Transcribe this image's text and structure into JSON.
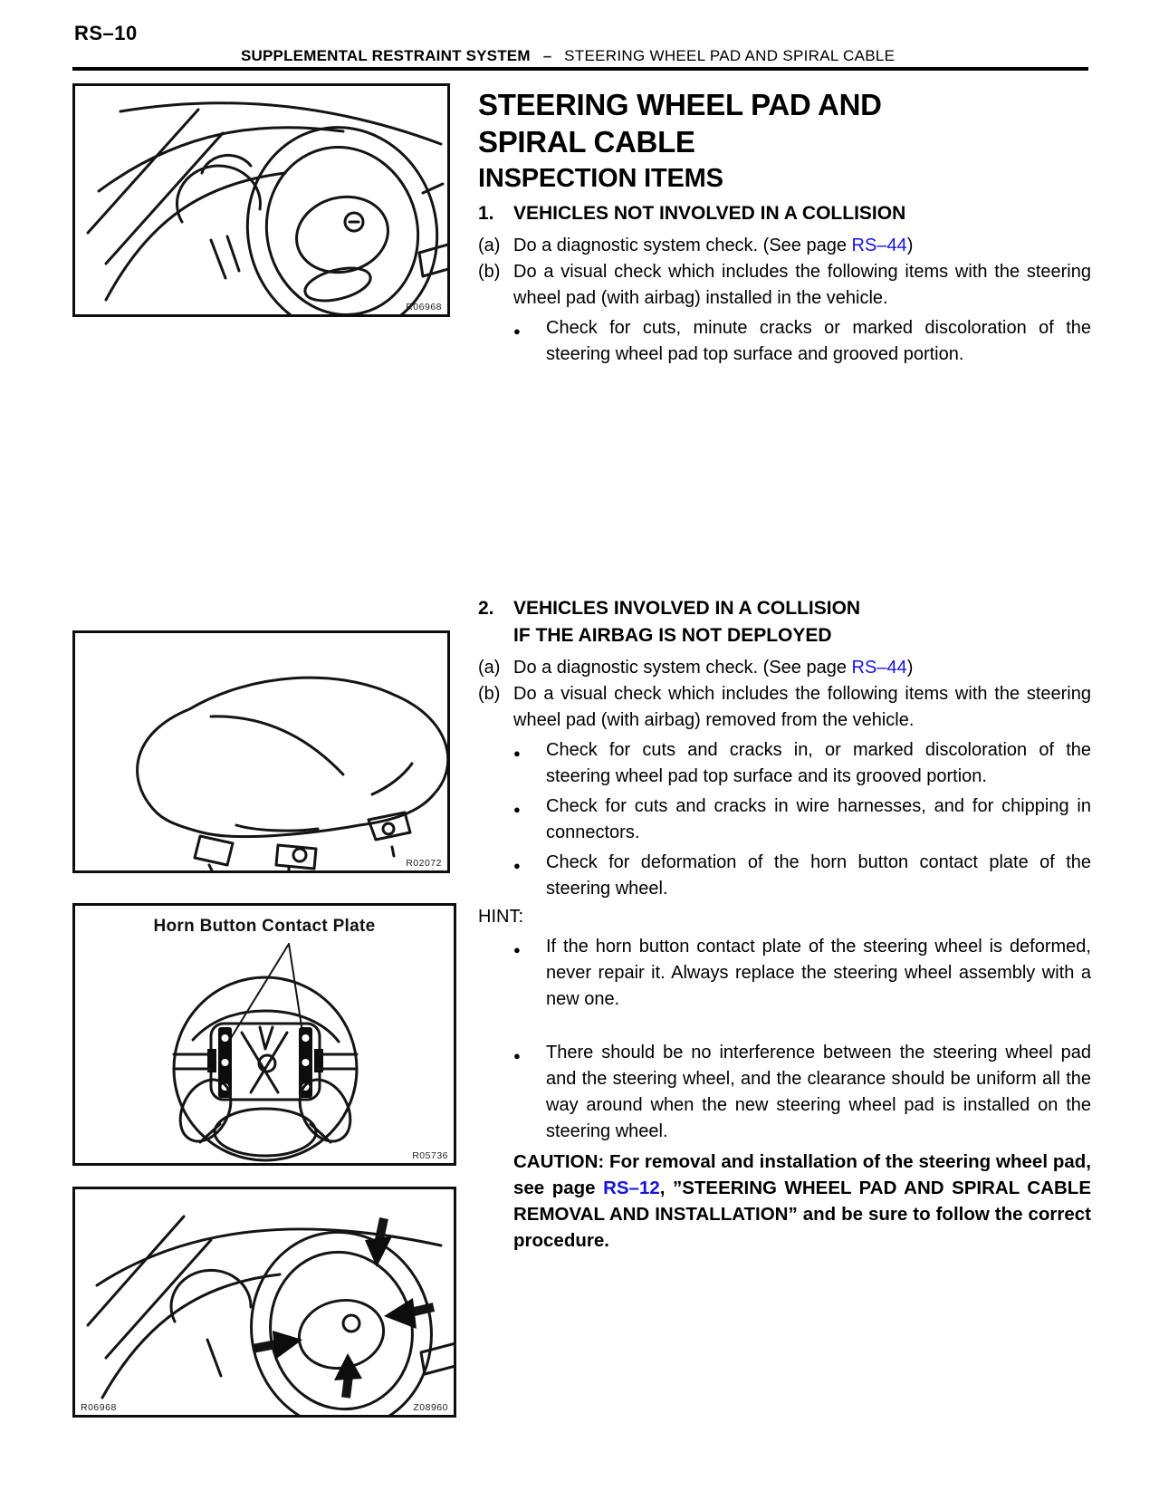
{
  "colors": {
    "link_blue": "#1414dd",
    "ink": "#000000"
  },
  "header": {
    "page_number": "RS–10",
    "section_title": "SUPPLEMENTAL RESTRAINT SYSTEM",
    "separator": "–",
    "subsection_title": "STEERING WHEEL PAD AND SPIRAL CABLE"
  },
  "title": {
    "line1": "STEERING WHEEL PAD AND",
    "line2": "SPIRAL CABLE",
    "subtitle": "INSPECTION ITEMS"
  },
  "figures": {
    "fig1": {
      "code": "R06968"
    },
    "fig2": {
      "code": "R02072"
    },
    "fig3": {
      "label": "Horn Button Contact Plate",
      "code": "R05736"
    },
    "fig4": {
      "code_left": "R06968",
      "code_right": "Z08960"
    }
  },
  "section1": {
    "number": "1.",
    "heading": "VEHICLES NOT INVOLVED IN A COLLISION",
    "item_a_label": "(a)",
    "item_a_before": "Do a diagnostic system check. (See page ",
    "item_a_link": "RS–44",
    "item_a_after": ")",
    "item_b_label": "(b)",
    "item_b_text": "Do a visual check which includes the following items with the steering wheel pad (with airbag) installed in the vehicle.",
    "bullet_glyph": "●",
    "bullet_1": "Check for cuts, minute cracks or marked discoloration of the steering wheel pad top surface and grooved portion."
  },
  "section2": {
    "number": "2.",
    "heading_line1": "VEHICLES INVOLVED IN A COLLISION",
    "heading_line2": "IF THE AIRBAG IS NOT DEPLOYED",
    "item_a_label": "(a)",
    "item_a_before": "Do a diagnostic system check. (See page ",
    "item_a_link": "RS–44",
    "item_a_after": ")",
    "item_b_label": "(b)",
    "item_b_text": "Do a visual check which includes the following items with the steering wheel pad (with airbag) removed from the vehicle.",
    "bullet_glyph": "●",
    "bullet_1": "Check for cuts and cracks in, or marked discoloration of the steering wheel pad top surface and its grooved portion.",
    "bullet_2": "Check for cuts and cracks in wire harnesses, and for chipping in connectors.",
    "bullet_3": "Check for deformation of the horn button contact plate of the steering wheel.",
    "hint_label": "HINT:",
    "hint_bullet_1": "If the horn button contact plate of the steering wheel is deformed, never repair it. Always replace the steering wheel assembly with a new one.",
    "hint_bullet_2": "There should be no interference between the steering wheel pad and the steering wheel, and the clearance should be uniform all the way around when the new steering wheel pad is installed on the steering wheel.",
    "caution_before": "CAUTION: For removal and installation of the steering wheel pad, see page ",
    "caution_link": "RS–12",
    "caution_after": ", ”STEERING WHEEL PAD AND SPIRAL CABLE REMOVAL AND INSTALLATION” and be sure to follow the correct procedure."
  }
}
